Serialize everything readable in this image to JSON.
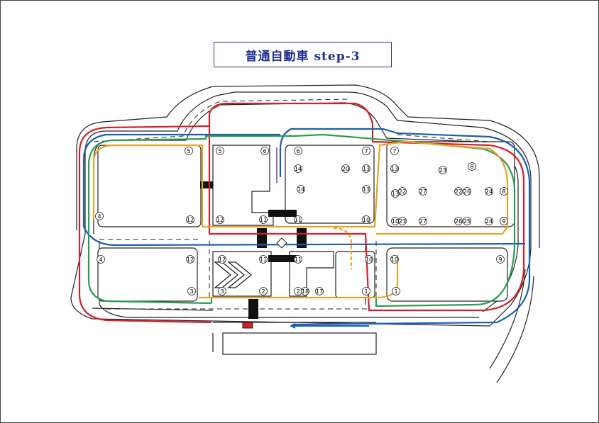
{
  "title": "普通自動車 step-3",
  "route_colors": {
    "red": "#d4202a",
    "blue": "#1c5fb0",
    "green": "#2f9a56",
    "orange": "#e8a225",
    "track": "#222222"
  },
  "markers": [
    {
      "label": "5"
    },
    {
      "label": "5"
    },
    {
      "label": "6"
    },
    {
      "label": "6"
    },
    {
      "label": "7"
    },
    {
      "label": "7"
    },
    {
      "label": "4"
    },
    {
      "label": "12"
    },
    {
      "label": "12"
    },
    {
      "label": "11"
    },
    {
      "label": "11"
    },
    {
      "label": "10"
    },
    {
      "label": "14"
    },
    {
      "label": "20"
    },
    {
      "label": "13"
    },
    {
      "label": "14"
    },
    {
      "label": "13"
    },
    {
      "label": "13"
    },
    {
      "label": "8"
    },
    {
      "label": "23"
    },
    {
      "label": "13"
    },
    {
      "label": "22"
    },
    {
      "label": "27"
    },
    {
      "label": "22"
    },
    {
      "label": "26"
    },
    {
      "label": "24"
    },
    {
      "label": "8"
    },
    {
      "label": "10"
    },
    {
      "label": "23"
    },
    {
      "label": "27"
    },
    {
      "label": "25"
    },
    {
      "label": "26"
    },
    {
      "label": "24"
    },
    {
      "label": "9"
    },
    {
      "label": "4"
    },
    {
      "label": "12"
    },
    {
      "label": "12"
    },
    {
      "label": "11"
    },
    {
      "label": "11"
    },
    {
      "label": "10"
    },
    {
      "label": "10"
    },
    {
      "label": "9"
    },
    {
      "label": "3"
    },
    {
      "label": "3"
    },
    {
      "label": "2"
    },
    {
      "label": "2"
    },
    {
      "label": "18"
    },
    {
      "label": "17"
    },
    {
      "label": "1"
    },
    {
      "label": "1"
    }
  ]
}
